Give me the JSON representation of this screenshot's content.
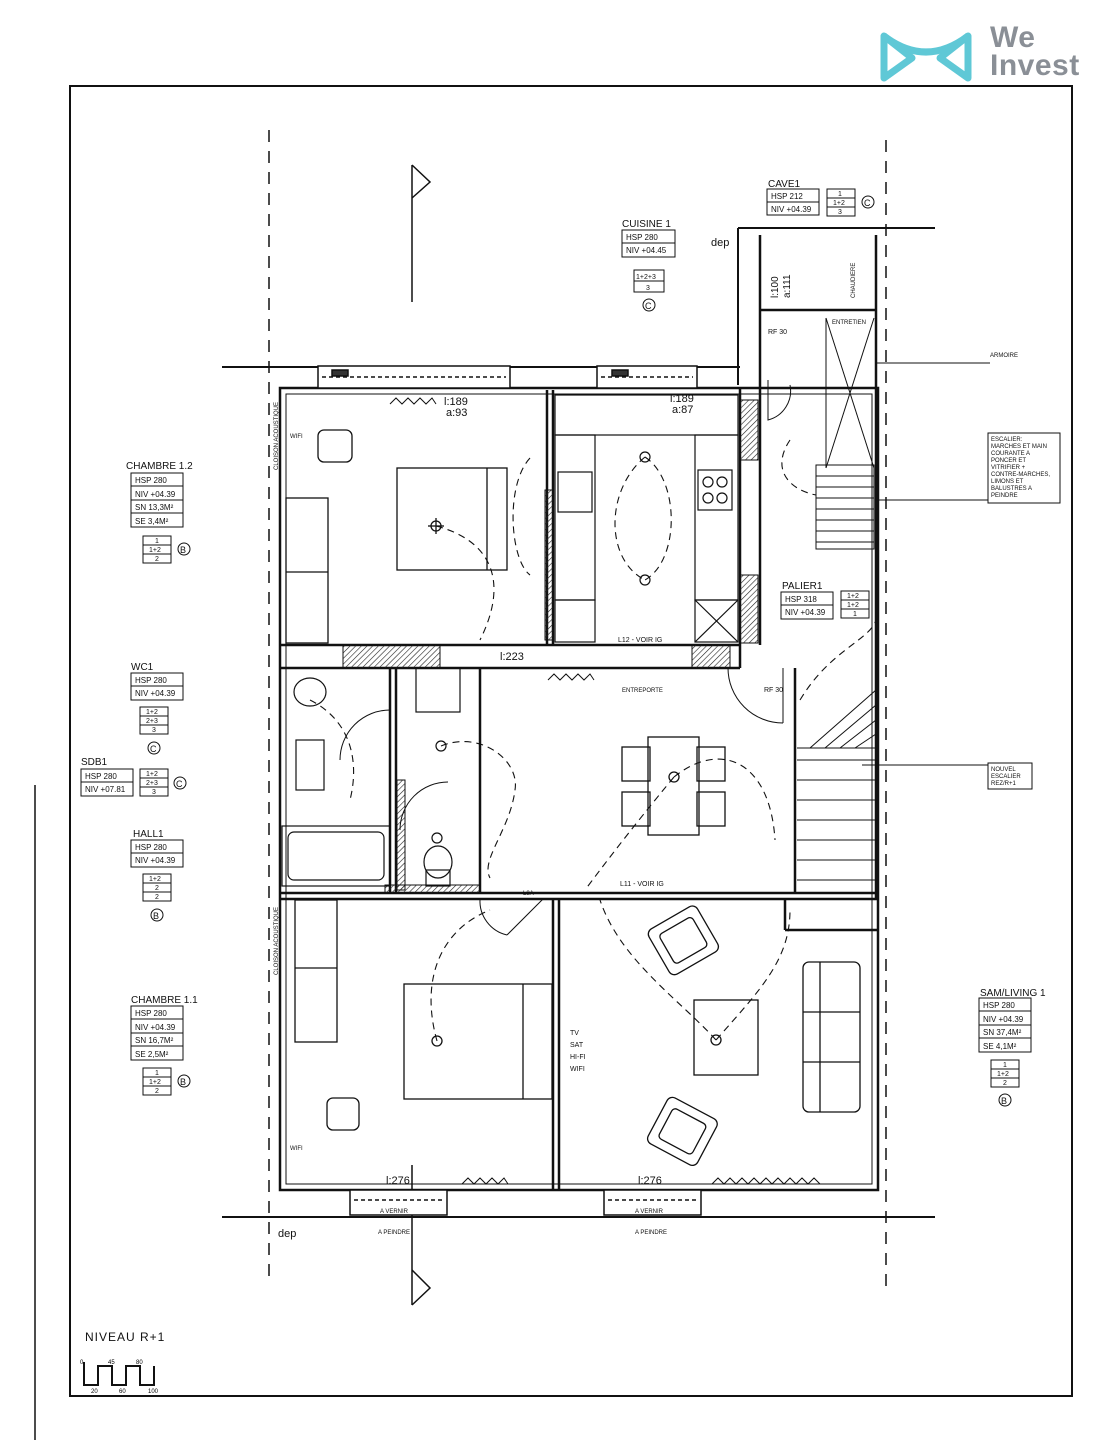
{
  "brand": {
    "name_line1": "We",
    "name_line2": "Invest",
    "accent": "#5fc8d6",
    "text_color": "#8a8f96"
  },
  "level_title": "NIVEAU R+1",
  "scale": {
    "top": [
      "0",
      "45",
      "80"
    ],
    "bottom": [
      "20",
      "60",
      "100"
    ]
  },
  "rooms": {
    "cave1": {
      "name": "CAVE1",
      "rows": [
        "HSP 212",
        "NIV +04.39"
      ],
      "code": [
        "1",
        "1+2",
        "3"
      ],
      "circle": "C"
    },
    "cuisine1": {
      "name": "CUISINE 1",
      "rows": [
        "HSP 280",
        "NIV +04.45"
      ],
      "code": [
        "1+2+3",
        "3"
      ],
      "circle": "C"
    },
    "chambre12": {
      "name": "CHAMBRE 1.2",
      "rows": [
        "HSP 280",
        "NIV +04.39",
        "SN 13,3M²",
        "SE 3,4M²"
      ],
      "code": [
        "1",
        "1+2",
        "2"
      ],
      "circle": "B"
    },
    "wc1": {
      "name": "WC1",
      "rows": [
        "HSP 280",
        "NIV +04.39"
      ],
      "code": [
        "1+2",
        "2+3",
        "3"
      ],
      "circle": "C"
    },
    "sdb1": {
      "name": "SDB1",
      "rows": [
        "HSP 280",
        "NIV +07.81"
      ],
      "code": [
        "1+2",
        "2+3",
        "3"
      ],
      "circle": "C"
    },
    "hall1": {
      "name": "HALL1",
      "rows": [
        "HSP 280",
        "NIV +04.39"
      ],
      "code": [
        "1+2",
        "2",
        "2"
      ],
      "circle": "B"
    },
    "chambre11": {
      "name": "CHAMBRE 1.1",
      "rows": [
        "HSP 280",
        "NIV +04.39",
        "SN 16,7M²",
        "SE 2,5M²"
      ],
      "code": [
        "1",
        "1+2",
        "2"
      ],
      "circle": "B"
    },
    "palier1": {
      "name": "PALIER1",
      "rows": [
        "HSP 318",
        "NIV +04.39"
      ],
      "code": [
        "1+2",
        "1+2",
        "1"
      ]
    },
    "samliving1": {
      "name": "SAM/LIVING 1",
      "rows": [
        "HSP 280",
        "NIV +04.39",
        "SN 37,4M²",
        "SE 4,1M²"
      ],
      "code": [
        "1",
        "1+2",
        "2"
      ],
      "circle": "B"
    }
  },
  "annotations": {
    "dims_ch12": [
      "l:189",
      "a:93"
    ],
    "dims_cuis": [
      "l:189",
      "a:87"
    ],
    "dims_cave": [
      "l:100",
      "a:111"
    ],
    "l223": "l:223",
    "l276a": "l:276",
    "l276b": "l:276",
    "l12": "L12 - VOIR IG",
    "l11": "L11 - VOIR IG",
    "dep_top": "dep",
    "dep_bottom": "dep",
    "wifi": "WIFI",
    "cloison": "CLOISON ACOUSTIQUE",
    "entretien": "ENTRETIEN",
    "chaudiere": "CHAUDIERE",
    "rf30a": "RF 30",
    "rf30b": "RF 30",
    "entreporte": "ENTREPORTE",
    "armoire": "ARMOIRE",
    "escalier_note": [
      "ESCALIER:",
      "MARCHES ET MAIN",
      "COURANTE A",
      "PONCER ET",
      "VITRIFIER +",
      "CONTRE-MARCHES,",
      "LIMONS ET",
      "BALUSTRES A",
      "PEINDRE"
    ],
    "nouvel": [
      "NOUVEL",
      "ESCALIER",
      "REZ/R+1"
    ],
    "media": [
      "TV",
      "SAT",
      "HI-FI",
      "WIFI"
    ],
    "vernir1": "A VERNIR",
    "peindre1": "A PEINDRE",
    "vernir2": "A VERNIR",
    "peindre2": "A PEINDRE",
    "l8a": "L8A"
  }
}
